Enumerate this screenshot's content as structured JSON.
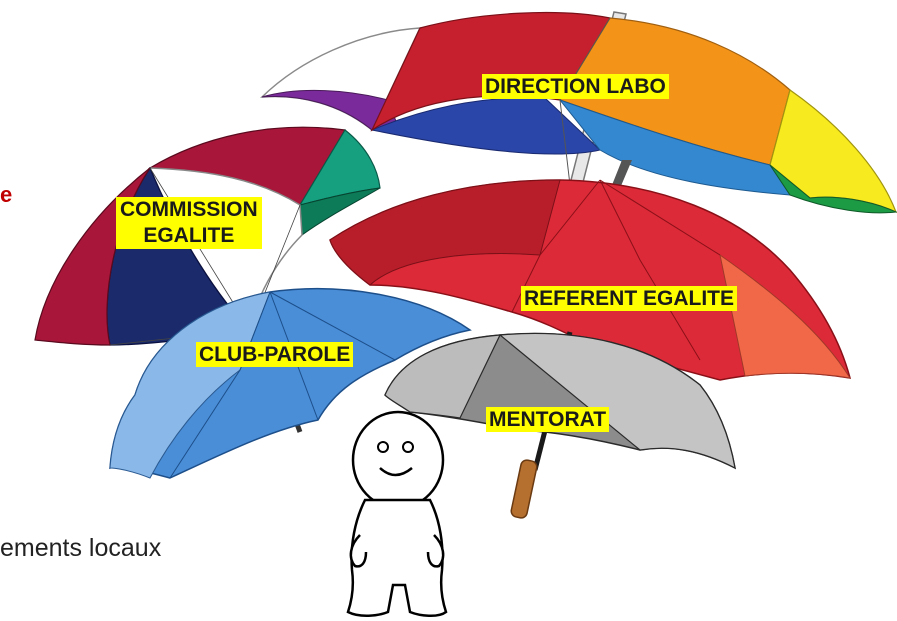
{
  "labels": {
    "direction_labo": "DIRECTION LABO",
    "commission_line1": "COMMISSION",
    "commission_line2": "EGALITE",
    "referent_egalite": "REFERENT EGALITE",
    "club_parole": "CLUB-PAROLE",
    "mentorat": "MENTORAT"
  },
  "side_text": {
    "red_fragment": "e",
    "body_fragment": "ements locaux"
  },
  "colors": {
    "label_highlight": "#ffff00",
    "red_text": "#c00000"
  }
}
